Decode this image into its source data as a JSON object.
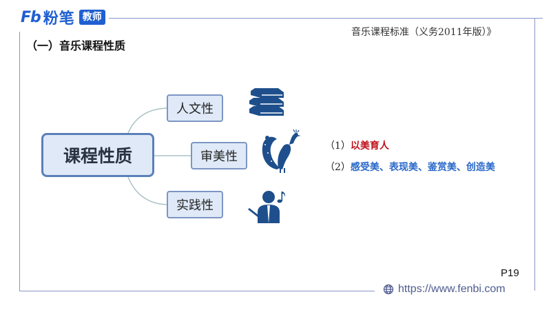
{
  "brand": {
    "mark": "Fb",
    "name": "粉笔",
    "badge": "教师"
  },
  "header": {
    "source": "音乐课程标准（义务2011年版）》"
  },
  "section": {
    "title": "（一）音乐课程性质"
  },
  "mindmap": {
    "root": "课程性质",
    "children": [
      {
        "label": "人文性",
        "icon": "books-icon"
      },
      {
        "label": "审美性",
        "icon": "peacock-icon"
      },
      {
        "label": "实践性",
        "icon": "conductor-icon"
      }
    ]
  },
  "points": [
    {
      "num": "（1）",
      "text": "以美育人",
      "color": "#c0121b"
    },
    {
      "num": "（2）",
      "text": "感受美、表现美、鉴赏美、创造美",
      "color": "#2a68c9"
    }
  ],
  "footer": {
    "page": "P19",
    "url": "https://www.fenbi.com"
  },
  "colors": {
    "brand": "#1f5fd1",
    "frame": "#8a94c6",
    "node_fill": "#dfe9f7",
    "node_border": "#5b7fb8",
    "icon": "#1e4f8c"
  }
}
